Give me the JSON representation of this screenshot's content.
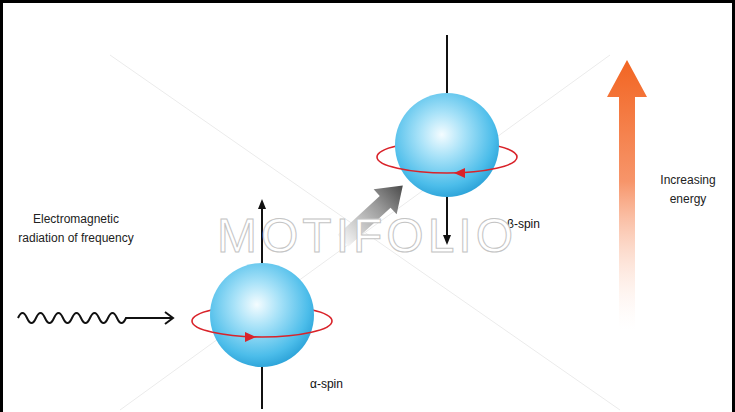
{
  "diagram": {
    "nodes": [
      {
        "text": [
          "β-spin"
        ]
      },
      {
        "text": [
          "α-spin"
        ]
      }
    ],
    "edges": [
      {
        "from": 1,
        "to": 0,
        "arrow": "to"
      }
    ],
    "labels": [
      "Electromagnetic radiation of frequency",
      "Increasing energy",
      "MOTIFOLIO"
    ]
  }
}
